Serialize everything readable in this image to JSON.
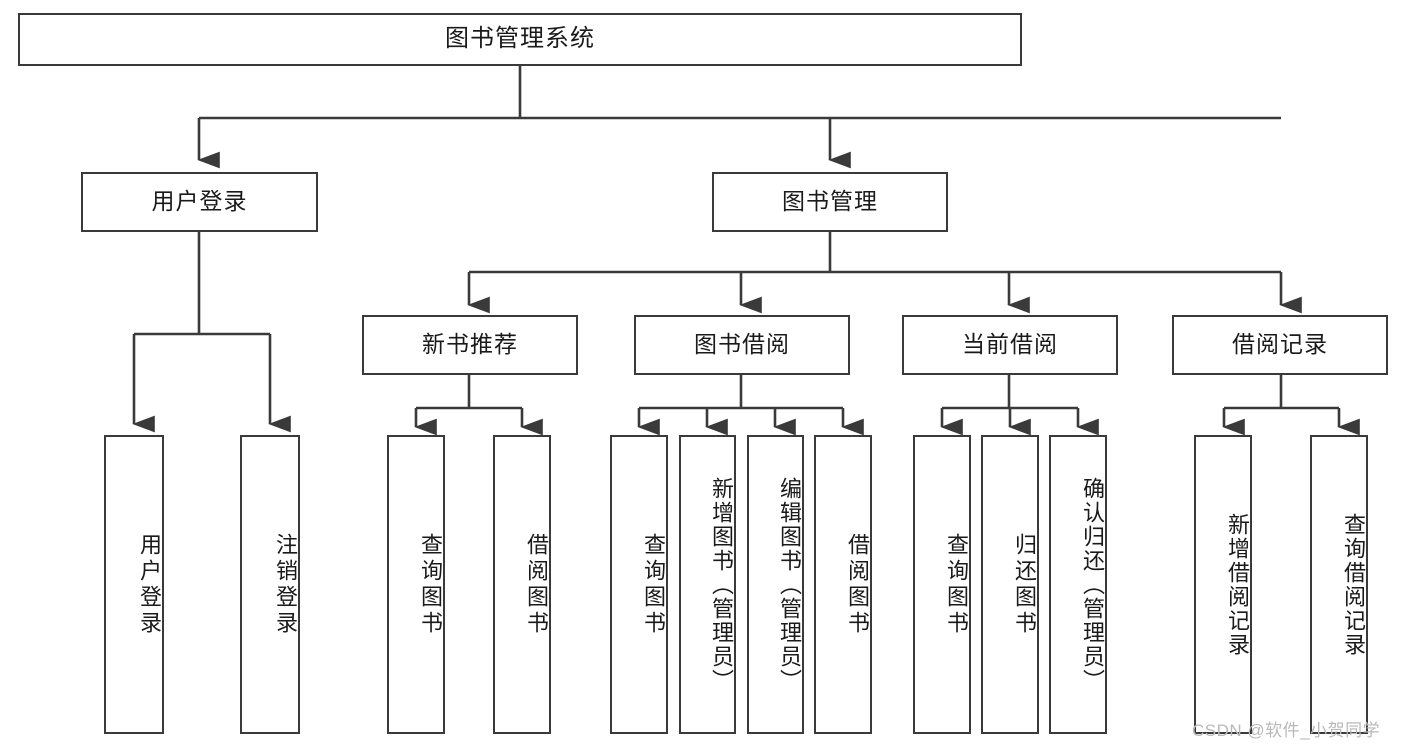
{
  "diagram": {
    "title": "图书管理系统",
    "type": "tree-hierarchy",
    "root": {
      "label": "图书管理系统"
    },
    "level2": [
      {
        "label": "用户登录"
      },
      {
        "label": "图书管理"
      }
    ],
    "level3": [
      {
        "label": "新书推荐"
      },
      {
        "label": "图书借阅"
      },
      {
        "label": "当前借阅"
      },
      {
        "label": "借阅记录"
      }
    ],
    "leaves": {
      "user_login": [
        {
          "label": "用户登录"
        },
        {
          "label": "注销登录"
        }
      ],
      "new_book_recommend": [
        {
          "label": "查询图书"
        },
        {
          "label": "借阅图书"
        }
      ],
      "book_borrow": [
        {
          "label": "查询图书"
        },
        {
          "label": "新增图书（管理员）"
        },
        {
          "label": "编辑图书（管理员）"
        },
        {
          "label": "借阅图书"
        }
      ],
      "current_borrow": [
        {
          "label": "查询图书"
        },
        {
          "label": "归还图书"
        },
        {
          "label": "确认归还（管理员）"
        }
      ],
      "borrow_record": [
        {
          "label": "新增借阅记录"
        },
        {
          "label": "查询借阅记录"
        }
      ]
    }
  },
  "watermark": {
    "text": "CSDN @软件_小贺同学"
  },
  "colors": {
    "border": "#3a3a3a",
    "background": "#ffffff",
    "text": "#1a1a1a",
    "watermark": "#b9b9b9"
  }
}
